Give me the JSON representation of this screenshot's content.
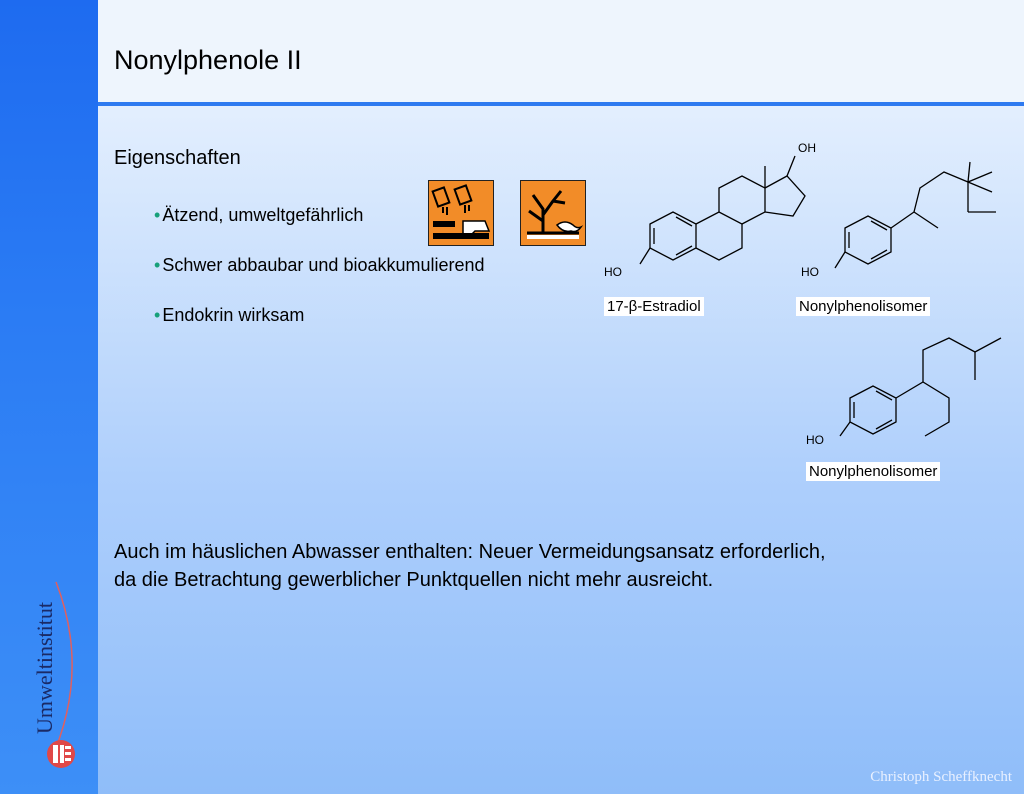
{
  "slide": {
    "title": "Nonylphenole II",
    "heading": "Eigenschaften",
    "bullets": [
      "Ätzend, umweltgefährlich",
      "Schwer abbaubar und bioakkumulierend",
      "Endokrin wirksam"
    ],
    "paragraph": "Auch im häuslichen Abwasser enthalten: Neuer Vermeidungsansatz erforderlich, da die Betrachtung gewerblicher Punktquellen nicht mehr ausreicht.",
    "footer": "Christoph Scheffknecht"
  },
  "hazards": [
    {
      "icon": "corrosive-icon",
      "color": "#f28c28"
    },
    {
      "icon": "environment-hazard-icon",
      "color": "#f28c28"
    }
  ],
  "molecules": {
    "estradiol": {
      "label": "17-β-Estradiol",
      "oh": "OH",
      "ho": "HO"
    },
    "isomer1": {
      "label": "Nonylphenolisomer",
      "ho": "HO"
    },
    "isomer2": {
      "label": "Nonylphenolisomer",
      "ho": "HO"
    }
  },
  "sidebar": {
    "logo_text": "Umweltinstitut",
    "colors": {
      "sidebar": "#1e6bf0",
      "accent": "#2e7af0",
      "bullet": "#17a07a"
    }
  }
}
